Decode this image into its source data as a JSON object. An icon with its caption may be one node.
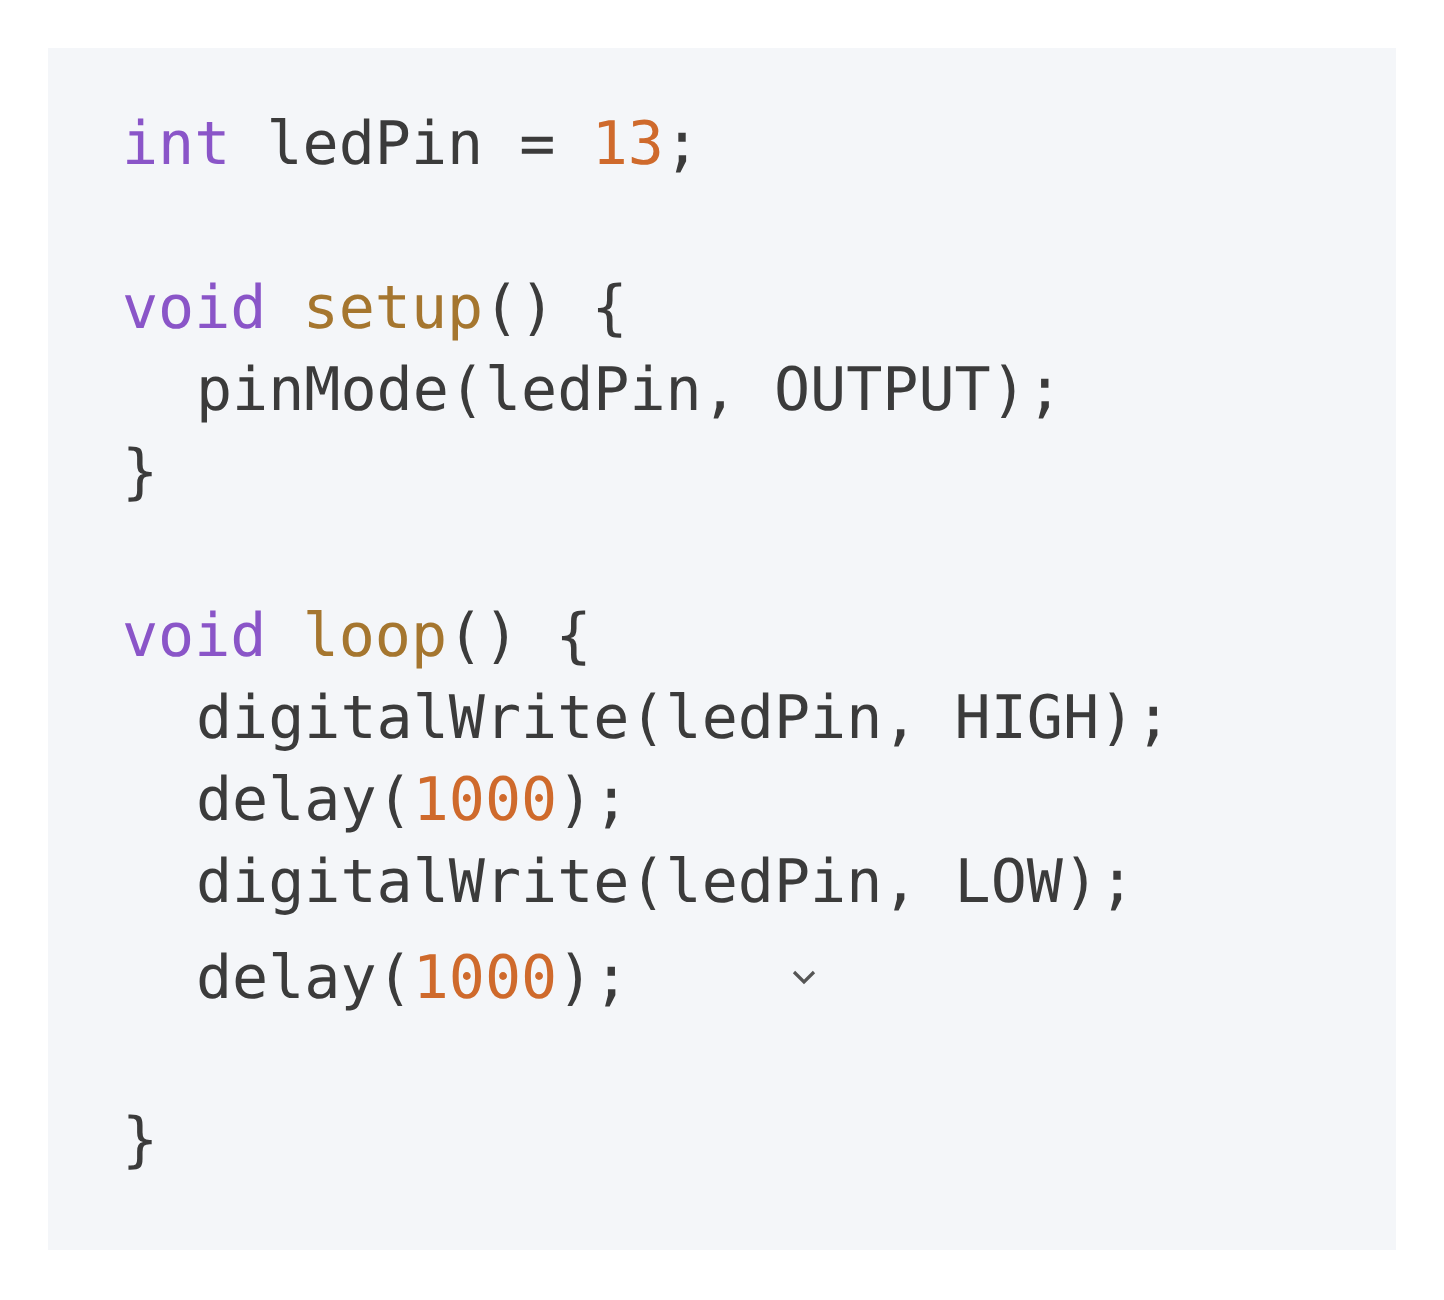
{
  "diagram": {
    "labels": [
      "int ledPin = 13;",
      "void setup() {",
      "pinMode(ledPin, OUTPUT);",
      "}",
      "void loop() {",
      "digitalWrite(ledPin, HIGH);",
      "delay(1000);",
      "digitalWrite(ledPin, LOW);",
      "delay(1000);",
      "}"
    ]
  }
}
